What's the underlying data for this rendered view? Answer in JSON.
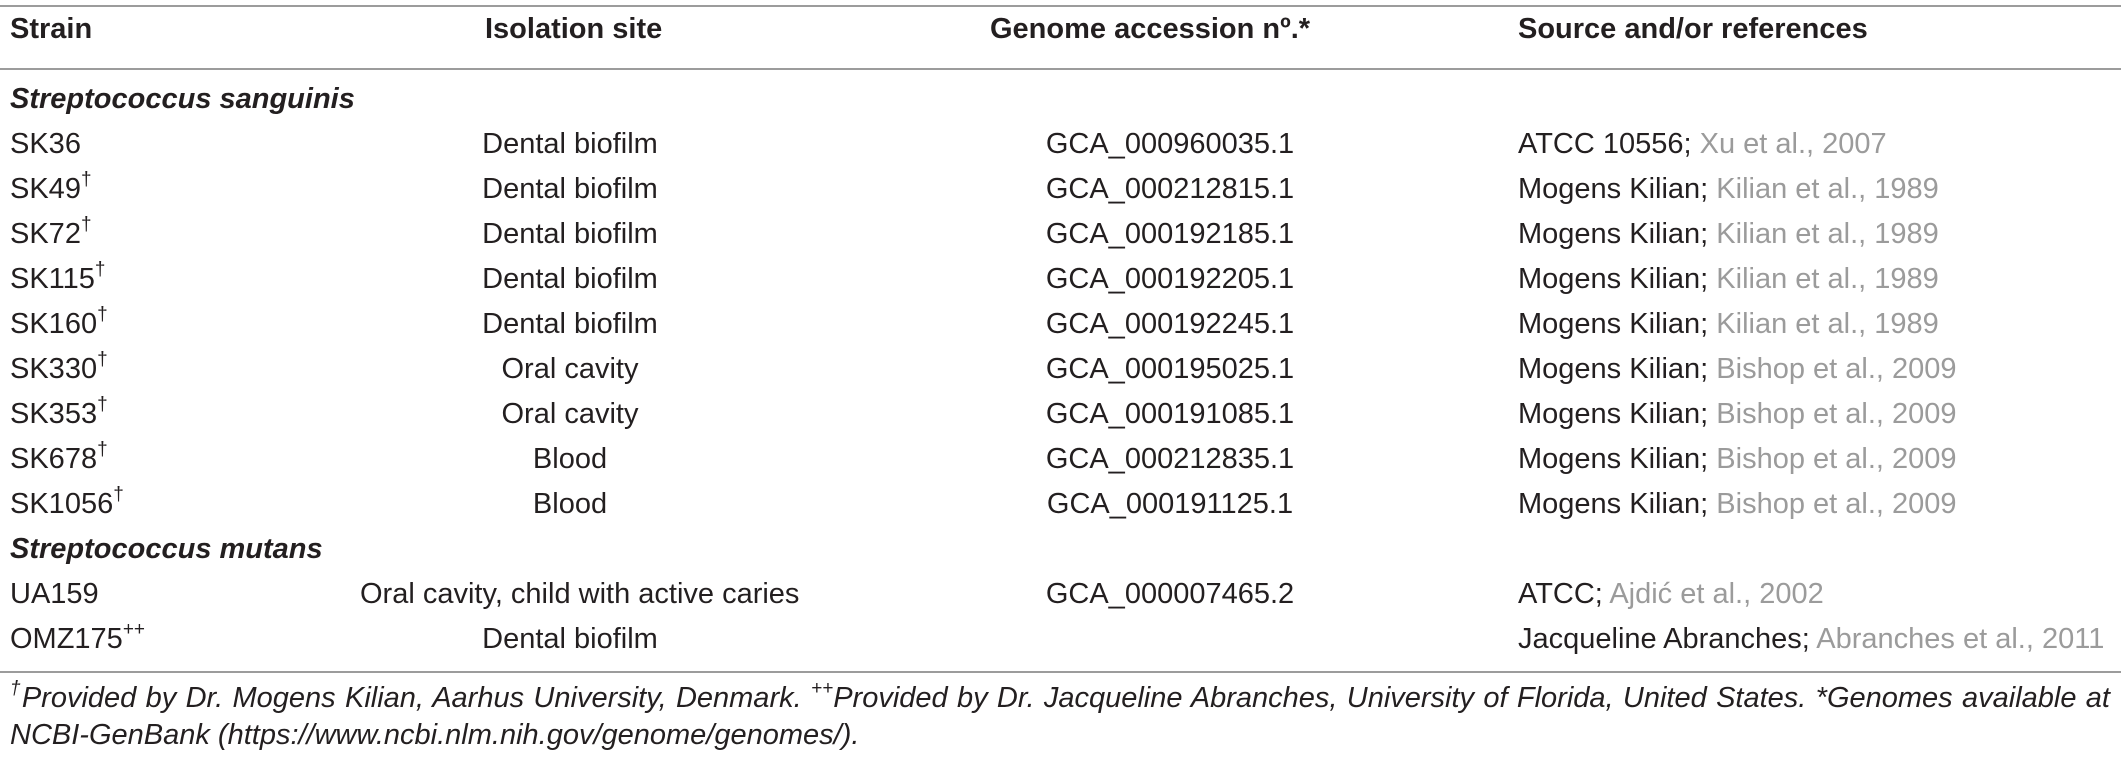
{
  "header": {
    "strain": "Strain",
    "site": "Isolation site",
    "accession": "Genome accession nº.*",
    "source": "Source and/or references"
  },
  "groups": [
    {
      "name": "Streptococcus sanguinis",
      "rows": [
        {
          "strain": "SK36",
          "mark": "",
          "site": "Dental biofilm",
          "accession": "GCA_000960035.1",
          "source": "ATCC 10556; ",
          "ref": "Xu et al., 2007"
        },
        {
          "strain": "SK49",
          "mark": "†",
          "site": "Dental biofilm",
          "accession": "GCA_000212815.1",
          "source": "Mogens Kilian; ",
          "ref": "Kilian et al., 1989"
        },
        {
          "strain": "SK72",
          "mark": "†",
          "site": "Dental biofilm",
          "accession": "GCA_000192185.1",
          "source": "Mogens Kilian; ",
          "ref": "Kilian et al., 1989"
        },
        {
          "strain": "SK115",
          "mark": "†",
          "site": "Dental biofilm",
          "accession": "GCA_000192205.1",
          "source": "Mogens Kilian; ",
          "ref": "Kilian et al., 1989"
        },
        {
          "strain": "SK160",
          "mark": "†",
          "site": "Dental biofilm",
          "accession": "GCA_000192245.1",
          "source": "Mogens Kilian; ",
          "ref": "Kilian et al., 1989"
        },
        {
          "strain": "SK330",
          "mark": "†",
          "site": "Oral cavity",
          "accession": "GCA_000195025.1",
          "source": "Mogens Kilian; ",
          "ref": "Bishop et al., 2009"
        },
        {
          "strain": "SK353",
          "mark": "†",
          "site": "Oral cavity",
          "accession": "GCA_000191085.1",
          "source": "Mogens Kilian; ",
          "ref": "Bishop et al., 2009"
        },
        {
          "strain": "SK678",
          "mark": "†",
          "site": "Blood",
          "accession": "GCA_000212835.1",
          "source": "Mogens Kilian; ",
          "ref": "Bishop et al., 2009"
        },
        {
          "strain": "SK1056",
          "mark": "†",
          "site": "Blood",
          "accession": "GCA_000191125.1",
          "source": "Mogens Kilian; ",
          "ref": "Bishop et al., 2009"
        }
      ]
    },
    {
      "name": "Streptococcus mutans",
      "rows": [
        {
          "strain": "UA159",
          "mark": "",
          "site": "Oral cavity, child with active caries",
          "accession": "GCA_000007465.2",
          "source": "ATCC; ",
          "ref": "Ajdić et al., 2002"
        },
        {
          "strain": "OMZ175",
          "mark": "++",
          "site": "Dental biofilm",
          "accession": "",
          "source": "Jacqueline Abranches; ",
          "ref": "Abranches et al., 2011"
        }
      ]
    }
  ],
  "footnote": {
    "mark1": "†",
    "text1": "Provided by Dr. Mogens Kilian, Aarhus University, Denmark. ",
    "mark2": "++",
    "text2": "Provided by Dr. Jacqueline Abranches, University of Florida, United States. *Genomes available at NCBI-GenBank (https://www.ncbi.nlm.nih.gov/genome/genomes/)."
  }
}
